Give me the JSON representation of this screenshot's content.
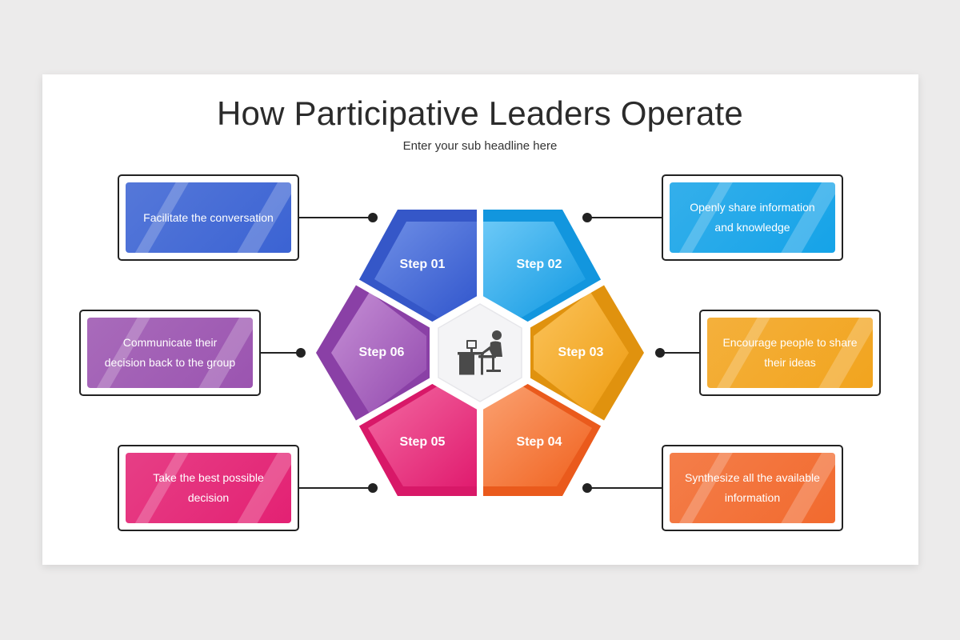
{
  "title": "How Participative Leaders Operate",
  "subtitle": "Enter your sub headline here",
  "steps": [
    {
      "label": "Step 01",
      "text": "Facilitate the conversation",
      "color": "#3b63d3"
    },
    {
      "label": "Step 02",
      "text": "Openly share information and knowledge",
      "color": "#15a3e8"
    },
    {
      "label": "Step 03",
      "text": "Encourage people to share their ideas",
      "color": "#f2a41e"
    },
    {
      "label": "Step 04",
      "text": "Synthesize all the available information",
      "color": "#f26a2e"
    },
    {
      "label": "Step 05",
      "text": "Take the best possible decision",
      "color": "#e32173"
    },
    {
      "label": "Step 06",
      "text": "Communicate their decision back to the group",
      "color": "#9b54b0"
    }
  ],
  "center_icon": "leader-at-desk-icon"
}
